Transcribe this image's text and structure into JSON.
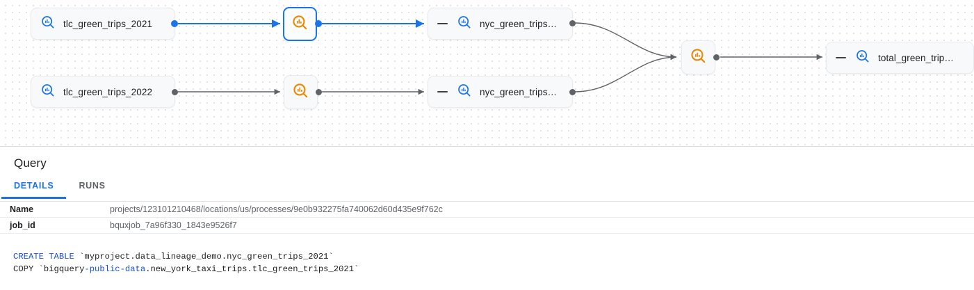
{
  "graph": {
    "nodes": [
      {
        "id": "tlc-2021",
        "type": "table",
        "label": "tlc_green_trips_2021",
        "icon": "bigquery-table-icon",
        "selected": false,
        "collapsible": false
      },
      {
        "id": "tlc-2022",
        "type": "table",
        "label": "tlc_green_trips_2022",
        "icon": "bigquery-table-icon",
        "selected": false,
        "collapsible": false
      },
      {
        "id": "proc-1",
        "type": "process",
        "label": "",
        "icon": "lineage-process-icon",
        "selected": true,
        "collapsible": false
      },
      {
        "id": "proc-2",
        "type": "process",
        "label": "",
        "icon": "lineage-process-icon",
        "selected": false,
        "collapsible": false
      },
      {
        "id": "nyc-1",
        "type": "table",
        "label": "nyc_green_trips…",
        "icon": "bigquery-table-icon",
        "selected": false,
        "collapsible": true
      },
      {
        "id": "nyc-2",
        "type": "table",
        "label": "nyc_green_trips…",
        "icon": "bigquery-table-icon",
        "selected": false,
        "collapsible": true
      },
      {
        "id": "proc-3",
        "type": "process",
        "label": "",
        "icon": "lineage-process-icon",
        "selected": false,
        "collapsible": false
      },
      {
        "id": "total",
        "type": "table",
        "label": "total_green_trip…",
        "icon": "bigquery-table-icon",
        "selected": false,
        "collapsible": true
      }
    ],
    "edges": [
      {
        "from": "tlc-2021",
        "to": "proc-1",
        "highlighted": true
      },
      {
        "from": "proc-1",
        "to": "nyc-1",
        "highlighted": true
      },
      {
        "from": "tlc-2022",
        "to": "proc-2",
        "highlighted": false
      },
      {
        "from": "proc-2",
        "to": "nyc-2",
        "highlighted": false
      },
      {
        "from": "nyc-1",
        "to": "proc-3",
        "highlighted": false
      },
      {
        "from": "nyc-2",
        "to": "proc-3",
        "highlighted": false
      },
      {
        "from": "proc-3",
        "to": "total",
        "highlighted": false
      }
    ],
    "colors": {
      "edge": "#5f6368",
      "edge_highlight": "#1a73e8",
      "table_icon": "#1a73e8",
      "process_icon": "#ea8600",
      "node_bg": "#f8f9fa",
      "selection": "#1a73e8"
    }
  },
  "panel": {
    "title": "Query",
    "tabs": [
      {
        "id": "details",
        "label": "DETAILS",
        "active": true
      },
      {
        "id": "runs",
        "label": "RUNS",
        "active": false
      }
    ],
    "details": [
      {
        "label": "Name",
        "value": "projects/123101210468/locations/us/processes/9e0b932275fa740062d60d435e9f762c"
      },
      {
        "label": "job_id",
        "value": "bquxjob_7a96f330_1843e9526f7"
      }
    ],
    "sql": {
      "lines": [
        [
          {
            "text": "CREATE TABLE",
            "keyword": true
          },
          {
            "text": " `myproject.data_lineage_demo.nyc_green_trips_2021`",
            "keyword": false
          }
        ],
        [
          {
            "text": "COPY `bigquery",
            "keyword": false
          },
          {
            "text": "-public-data",
            "keyword": true
          },
          {
            "text": ".new_york_taxi_trips.tlc_green_trips_2021`",
            "keyword": false
          }
        ]
      ]
    }
  }
}
